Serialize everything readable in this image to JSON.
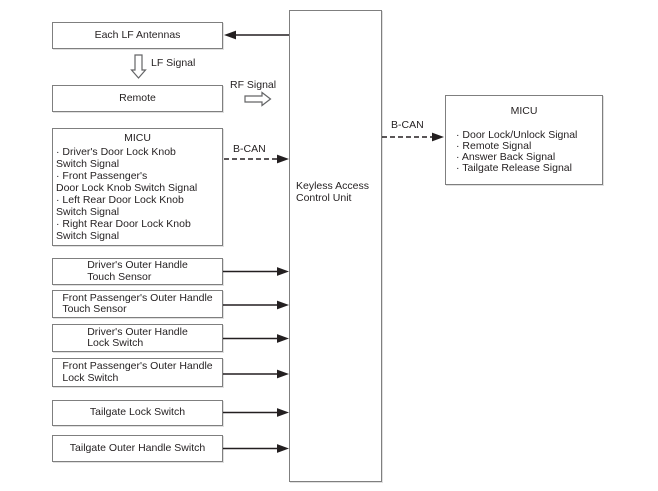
{
  "diagram": {
    "title_hint": "Keyless Access System Block Diagram",
    "colors": {
      "background": "#ffffff",
      "box_border": "#7f7f7f",
      "arrow": "#231f20",
      "hollow_arrow_outline": "#636466",
      "text": "#231f20"
    },
    "boxes": {
      "each_lf_antennas": {
        "label": "Each LF Antennas"
      },
      "remote": {
        "label": "Remote"
      },
      "micu_left": {
        "title": "MICU",
        "lines": [
          "· Driver's Door Lock Knob",
          "Switch Signal",
          "· Front Passenger's",
          "Door Lock Knob Switch Signal",
          "· Left Rear Door Lock Knob",
          "Switch Signal",
          "· Right Rear Door Lock Knob",
          "Switch Signal"
        ]
      },
      "drivers_touch": {
        "lines": [
          "Driver's Outer Handle",
          "Touch Sensor"
        ]
      },
      "fp_touch": {
        "lines": [
          "Front Passenger's Outer Handle",
          "Touch Sensor"
        ]
      },
      "drivers_lock": {
        "lines": [
          "Driver's Outer Handle",
          "Lock Switch"
        ]
      },
      "fp_lock": {
        "lines": [
          "Front Passenger's Outer Handle",
          "Lock Switch"
        ]
      },
      "tailgate_lock": {
        "label": "Tailgate Lock Switch"
      },
      "tailgate_outer": {
        "label": "Tailgate Outer Handle Switch"
      },
      "control_unit": {
        "lines": [
          "Keyless Access",
          "Control Unit"
        ]
      },
      "micu_right": {
        "title": "MICU",
        "lines": [
          "· Door Lock/Unlock Signal",
          "· Remote Signal",
          "· Answer Back Signal",
          "· Tailgate Release Signal"
        ]
      }
    },
    "labels": {
      "lf_signal": "LF Signal",
      "rf_signal": "RF Signal",
      "b_can_left": "B-CAN",
      "b_can_right": "B-CAN"
    }
  }
}
